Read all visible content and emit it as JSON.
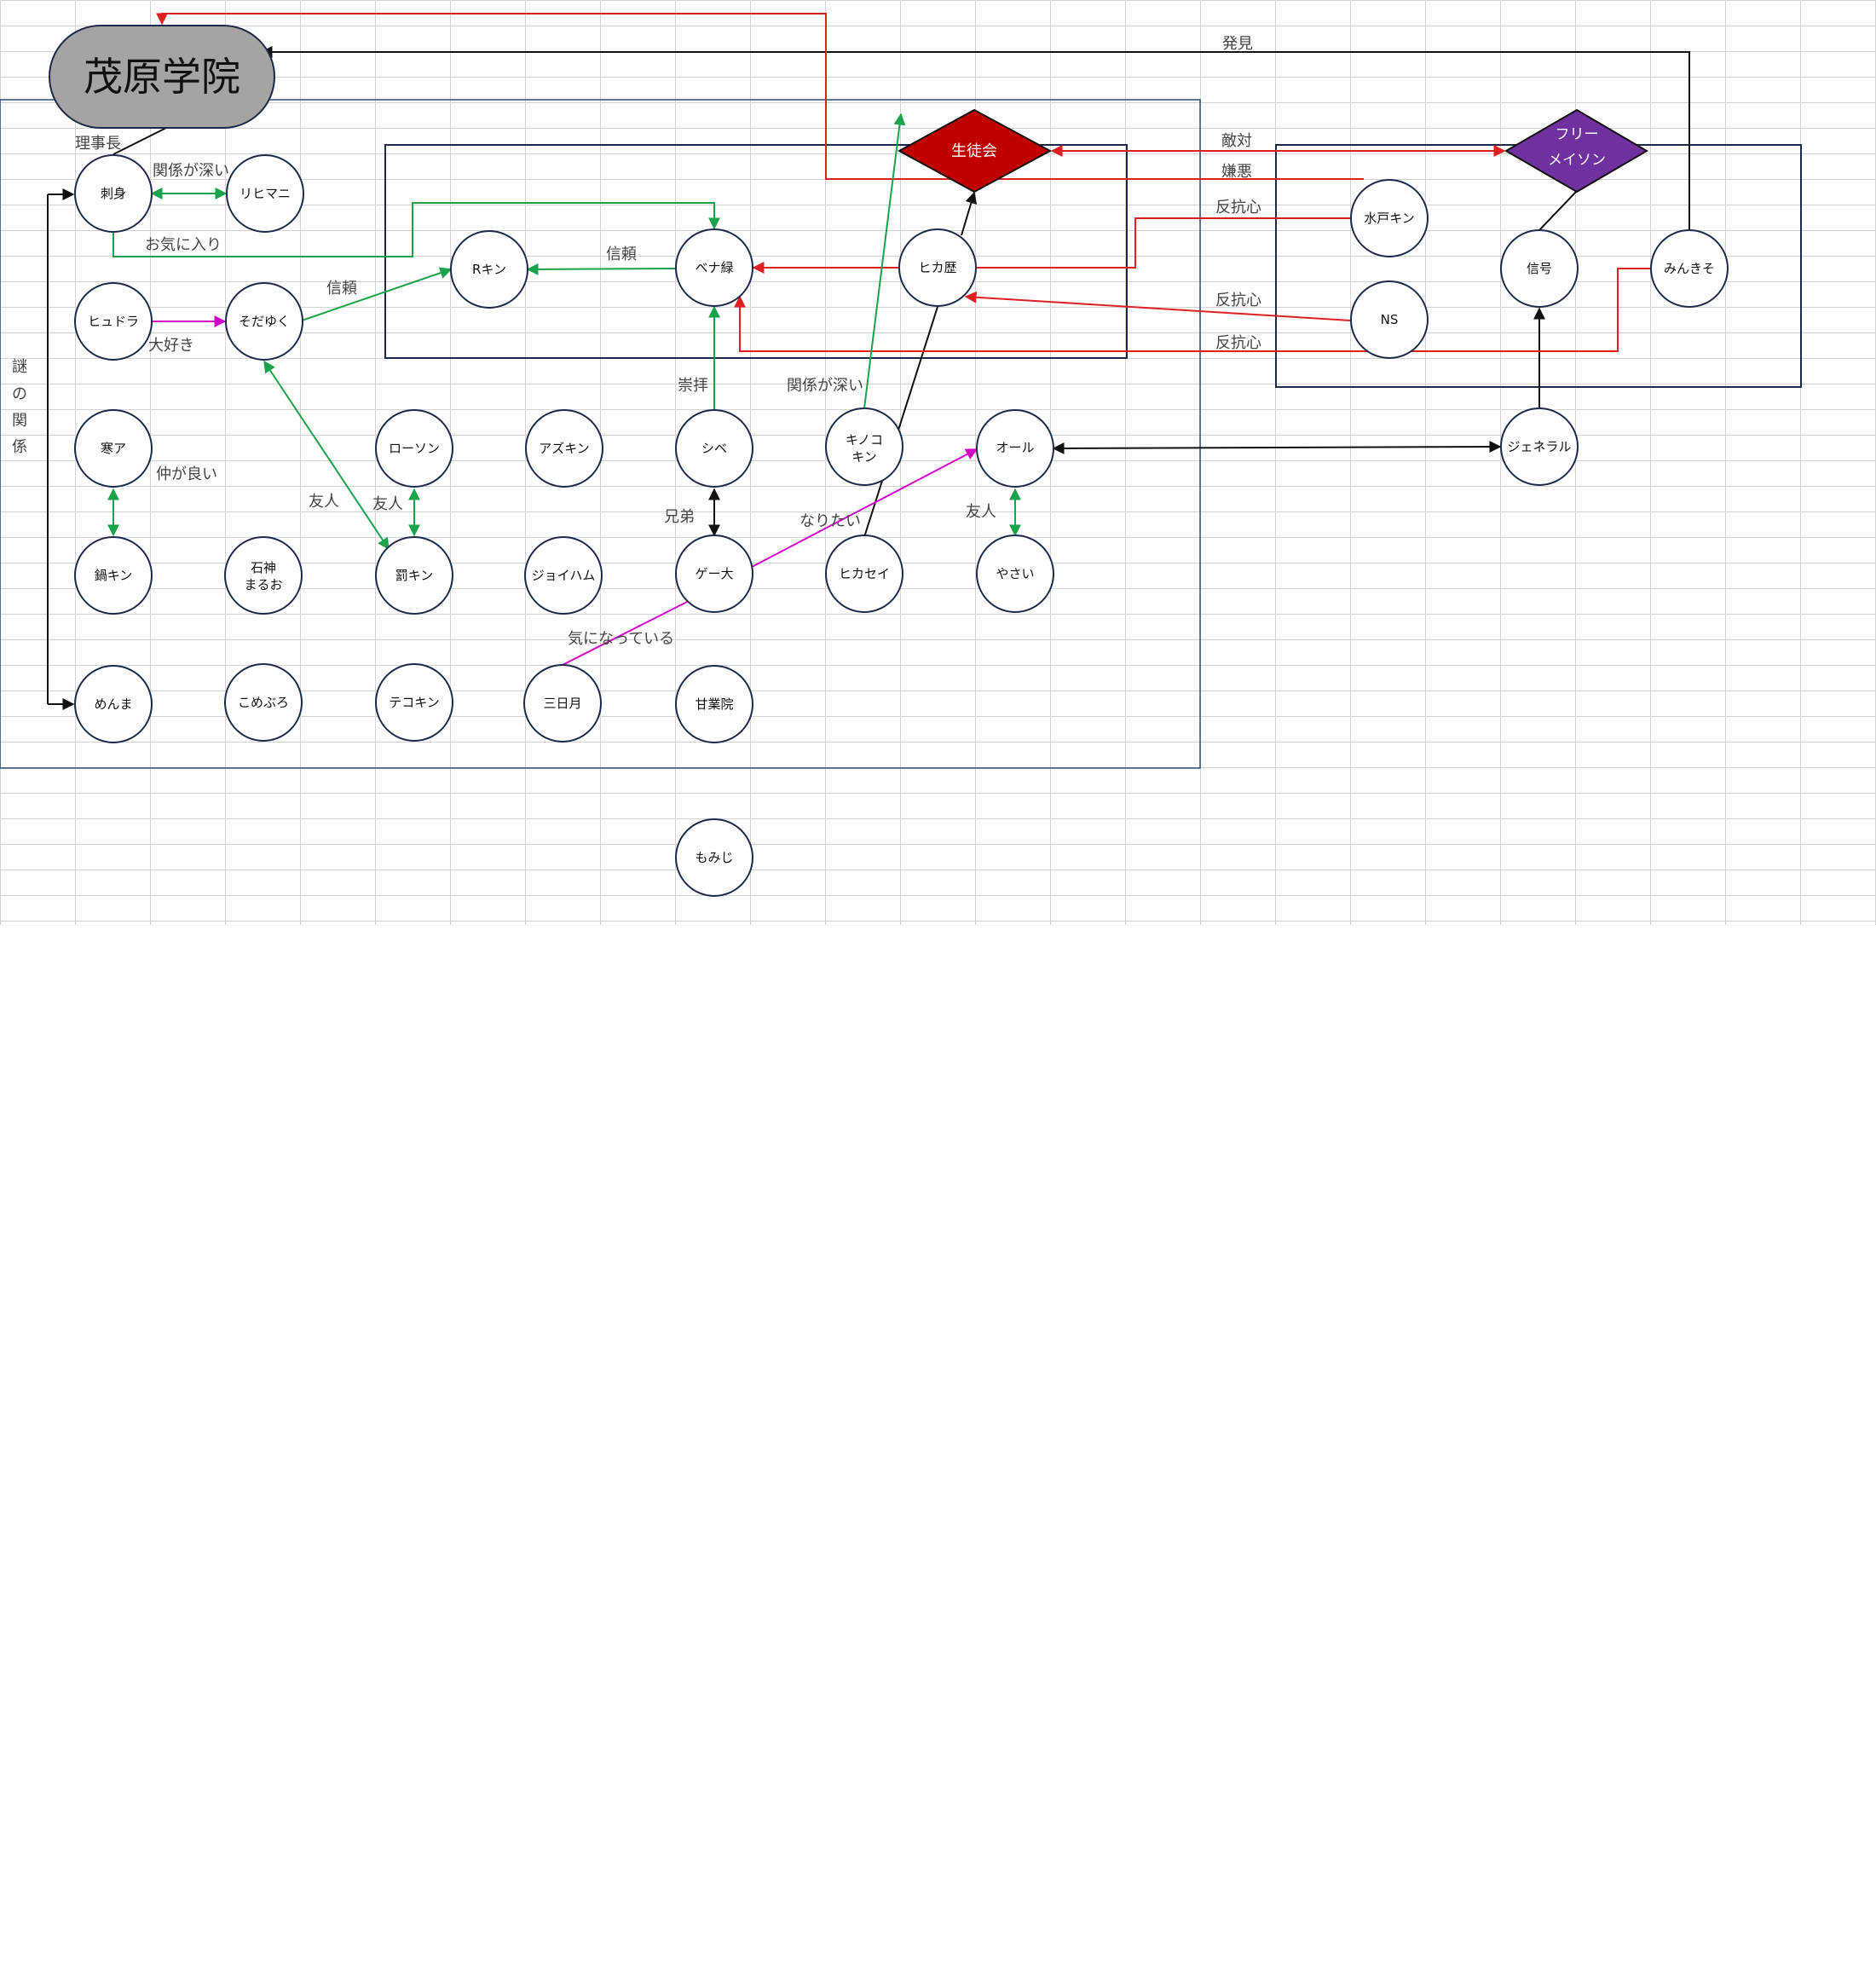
{
  "colors": {
    "red": "#e02020",
    "green": "#1aa34a",
    "black": "#111111",
    "magenta": "#d400c8",
    "node_border": "#1c2a4a",
    "student_council_fill": "#c00000",
    "freemason_fill": "#7030a0",
    "school_fill": "#a6a3a3"
  },
  "school": {
    "name": "茂原学院"
  },
  "orgs": {
    "student_council": "生徒会",
    "freemason_line1": "フリー",
    "freemason_line2": "メイソン"
  },
  "nodes": {
    "sashimi": "刺身",
    "rihimani": "リヒマニ",
    "hyudora": "ヒュドラ",
    "sodayuku": "そだゆく",
    "rkin": "Rキン",
    "benamidori": "ベナ緑",
    "hikareki": "ヒカ歴",
    "mitokin": "水戸キン",
    "ns": "NS",
    "shingo": "信号",
    "minkiso": "みんきそ",
    "kana": "寒ア",
    "lawson": "ローソン",
    "azukin": "アズキン",
    "shibe": "シベ",
    "kinokokin_1": "キノコ",
    "kinokokin_2": "キン",
    "oru": "オール",
    "general": "ジェネラル",
    "nabekin": "鍋キン",
    "ishigami_1": "石神",
    "ishigami_2": "まるお",
    "batsukin": "罰キン",
    "joiham": "ジョイハム",
    "getai": "ゲー大",
    "hikasei": "ヒカセイ",
    "yasai": "やさい",
    "menma": "めんま",
    "komebuaro": "こめぶろ",
    "tekokin": "テコキン",
    "mikazuki": "三日月",
    "kangyoin": "甘業院",
    "momiji": "もみじ"
  },
  "labels": {
    "rijicho": "理事長",
    "kankei_fukai_1": "関係が深い",
    "okiniiri": "お気に入り",
    "shinrai_1": "信頼",
    "shinrai_2": "信頼",
    "daisuki": "大好き",
    "nazo_1": "謎",
    "nazo_2": "の",
    "nazo_3": "関",
    "nazo_4": "係",
    "nakagayoi": "仲が良い",
    "yujin_1": "友人",
    "yujin_2": "友人",
    "yujin_3": "友人",
    "suhai": "崇拝",
    "kankei_fukai_2": "関係が深い",
    "kyodai": "兄弟",
    "naritai": "なりたい",
    "kininatteiru": "気になっている",
    "hakken": "発見",
    "tekitai": "敵対",
    "keno": "嫌悪",
    "hankoshin_1": "反抗心",
    "hankoshin_2": "反抗心",
    "hankoshin_3": "反抗心"
  }
}
